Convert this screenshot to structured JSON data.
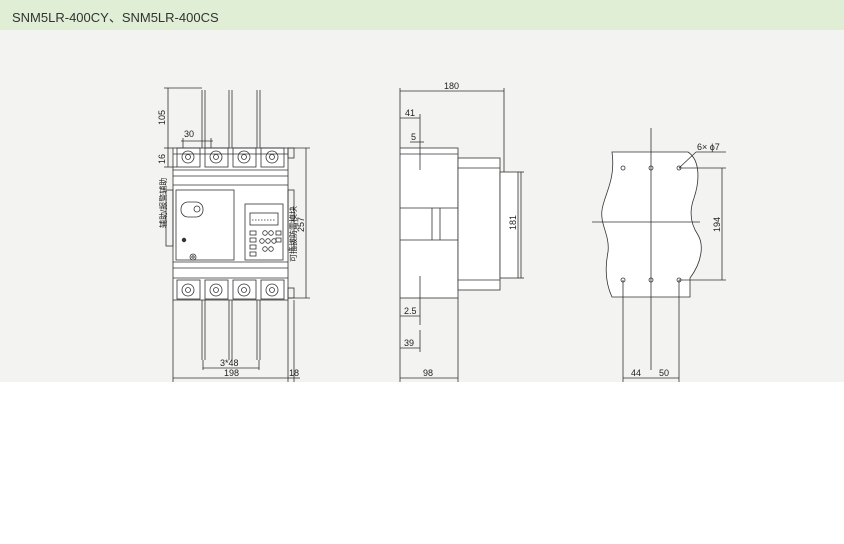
{
  "title": "SNM5LR-400CY、SNM5LR-400CS",
  "front_view": {
    "dims": {
      "top_height": "105",
      "pole_spacing_top": "30",
      "terminal": "16",
      "overall_height": "257",
      "pole_spacing": "3*48",
      "width": "198",
      "side_offset": "18"
    },
    "labels": {
      "aux_left": "辅助/报警辅助",
      "module_right": "可插拔防雷模块"
    }
  },
  "side_view": {
    "dims": {
      "depth": "180",
      "d41": "41",
      "d5": "5",
      "d181": "181",
      "d2_5": "2.5",
      "d39": "39",
      "d98": "98"
    }
  },
  "mounting_view": {
    "dims": {
      "holes": "6× ϕ7",
      "d194": "194",
      "d44": "44",
      "d50": "50"
    }
  },
  "colors": {
    "title_bar": "#dfeed4",
    "panel": "#f3f3f1",
    "line": "#333333"
  }
}
